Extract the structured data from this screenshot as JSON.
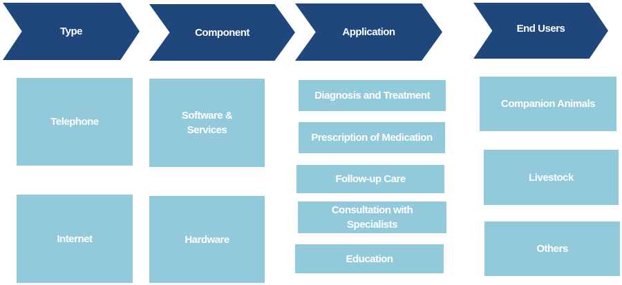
{
  "colors": {
    "header": "#1f477b",
    "box": "#93cadb",
    "text": "#ffffff"
  },
  "columns": [
    {
      "header": "Type",
      "items": [
        "Telephone",
        "Internet"
      ]
    },
    {
      "header": "Component",
      "items": [
        "Software &\nServices",
        "Hardware"
      ]
    },
    {
      "header": "Application",
      "items": [
        "Diagnosis and Treatment",
        "Prescription of Medication",
        "Follow-up Care",
        "Consultation with\nSpecialists",
        "Education"
      ]
    },
    {
      "header": "End Users",
      "items": [
        "Companion Animals",
        "Livestock",
        "Others"
      ]
    }
  ]
}
